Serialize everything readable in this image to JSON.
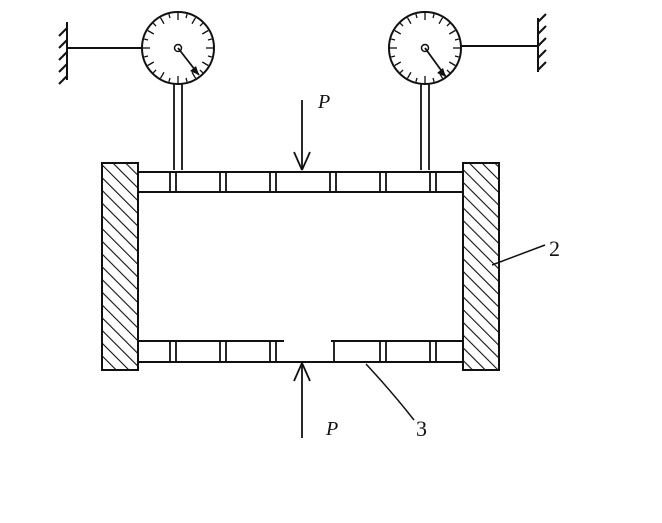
{
  "labels": {
    "force_top": "P",
    "force_bottom": "P",
    "part_2": "2",
    "part_3": "3"
  },
  "gauges": [
    {
      "name": "left-dial-gauge"
    },
    {
      "name": "right-dial-gauge"
    }
  ],
  "colors": {
    "stroke": "#111111",
    "background": "#ffffff"
  }
}
